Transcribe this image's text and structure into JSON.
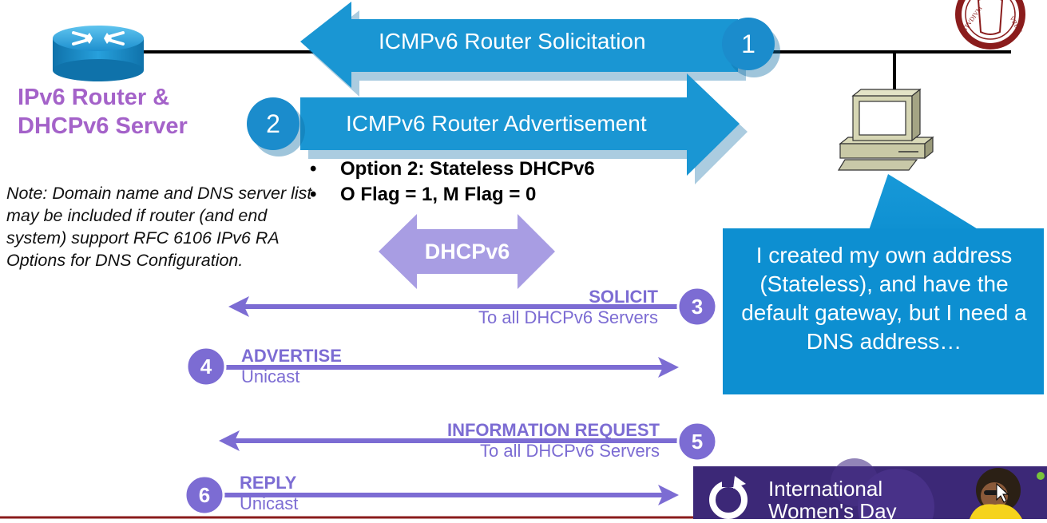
{
  "diagram": {
    "router_title": [
      "IPv6 Router &",
      "DHCPv6 Server"
    ],
    "rs_label": "ICMPv6 Router Solicitation",
    "ra_label": "ICMPv6 Router Advertisement",
    "step_1": "1",
    "step_2": "2",
    "bullets": [
      "Option 2: Stateless DHCPv6",
      "O Flag = 1, M Flag = 0"
    ],
    "bullet_glyph": "•",
    "note": "Note: Domain name and DNS server list may be included if router (and end system) support RFC 6106 IPv6 RA Options for DNS Configuration.",
    "dhcp_label": "DHCPv6",
    "bubble_text": "I created my own address (Stateless), and have the default gateway, but I need a DNS address…",
    "messages": [
      {
        "number": "3",
        "title": "SOLICIT",
        "subtitle": "To all DHCPv6 Servers"
      },
      {
        "number": "4",
        "title": "ADVERTISE",
        "subtitle": "Unicast"
      },
      {
        "number": "5",
        "title": "INFORMATION REQUEST",
        "subtitle": "To all DHCPv6 Servers"
      },
      {
        "number": "6",
        "title": "REPLY",
        "subtitle": "Unicast"
      }
    ],
    "banner_text": [
      "International",
      "Women's Day"
    ]
  },
  "colors": {
    "arrow_blue": "#1a96d3",
    "step_blue": "#1b8ccc",
    "router_purple": "#a462c9",
    "dhcp_lavender": "#a89de3",
    "message_purple": "#7c6cd3",
    "bubble_blue": "#0d8fd1",
    "banner_purple": "#3c2877"
  },
  "icons": [
    "router-icon",
    "computer-icon",
    "university-seal-icon",
    "iwd-logo-icon",
    "mouse-cursor-icon"
  ]
}
